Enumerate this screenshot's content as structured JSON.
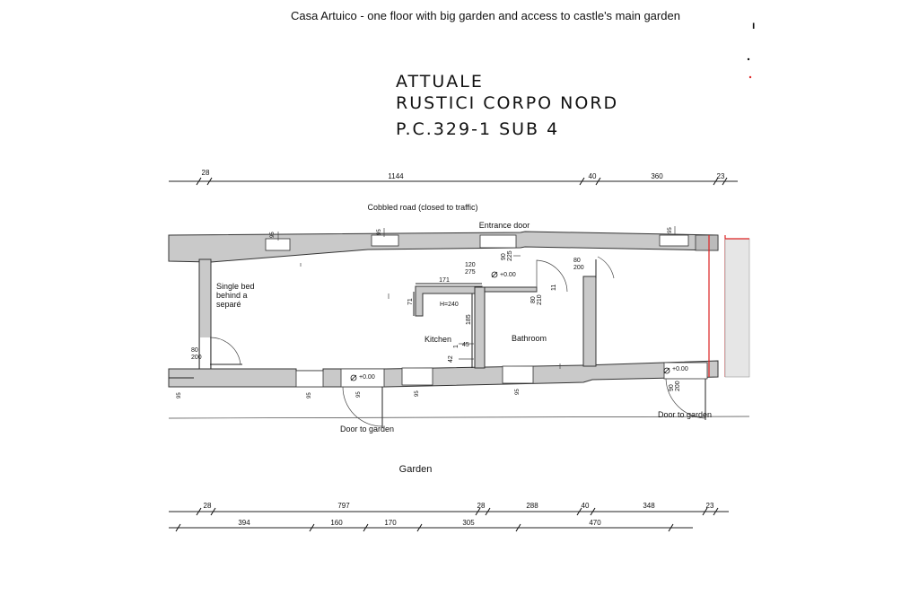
{
  "header": {
    "caption": "Casa Artuico - one floor with big garden and access to castle's main garden",
    "marker": "ı"
  },
  "title": {
    "line1": "ATTUALE",
    "line2": "RUSTICI CORPO NORD",
    "line3": "P.C.329-1 SUB 4"
  },
  "dimensions": {
    "top": [
      "28",
      "1144",
      "40",
      "360",
      "23"
    ],
    "bottom_row1": [
      "28",
      "797",
      "28",
      "288",
      "40",
      "348",
      "23"
    ],
    "bottom_row2": [
      "394",
      "160",
      "170",
      "305",
      "470"
    ]
  },
  "labels": {
    "road": "Cobbled road (closed to traffic)",
    "entrance": "Entrance door",
    "single_bed": [
      "Single bed",
      "behind a",
      "separé"
    ],
    "kitchen": "Kitchen",
    "bathroom": "Bathroom",
    "door_garden_left": "Door to garden",
    "door_garden_right": "Door to garden",
    "garden": "Garden",
    "h240": "H=240"
  },
  "small_dims": {
    "d120": "120",
    "d275": "275",
    "d171": "171",
    "d71": "71",
    "d185": "185",
    "d45": "45",
    "d42": "42",
    "d1": "1",
    "d80a": "80",
    "d200a": "200",
    "d80b": "80",
    "d200b": "200",
    "d80c": "80",
    "d210": "210",
    "d11": "11",
    "d90a": "90",
    "d225": "225",
    "level1": "+0.00",
    "level2": "+0.00",
    "level3": "+0.00",
    "d90b": "90",
    "d200c": "200",
    "w1": "95",
    "w2": "95",
    "w3": "95",
    "w4": "95",
    "w5": "95",
    "w6": "95",
    "w7": "95",
    "w8": "95"
  }
}
